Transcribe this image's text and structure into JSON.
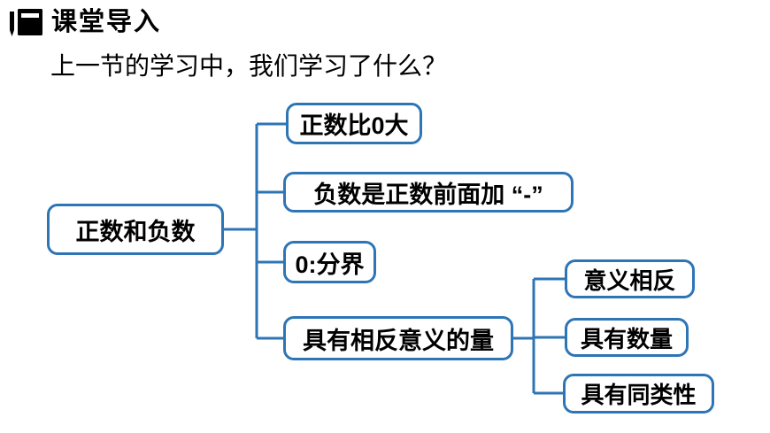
{
  "header": {
    "icon": "notebook-pen-icon",
    "title": "课堂导入"
  },
  "question": "上一节的学习中，我们学习了什么？",
  "colors": {
    "node_border": "#2E75B6",
    "connector": "#2E75B6",
    "text": "#000000",
    "background": "#FFFFFF"
  },
  "mindmap": {
    "root": {
      "label": "正数和负数"
    },
    "branches": [
      {
        "label": "正数比0大"
      },
      {
        "label": "负数是正数前面加 “-”"
      },
      {
        "label": "0:分界"
      },
      {
        "label": "具有相反意义的量",
        "children": [
          {
            "label": "意义相反"
          },
          {
            "label": "具有数量"
          },
          {
            "label": "具有同类性"
          }
        ]
      }
    ]
  }
}
